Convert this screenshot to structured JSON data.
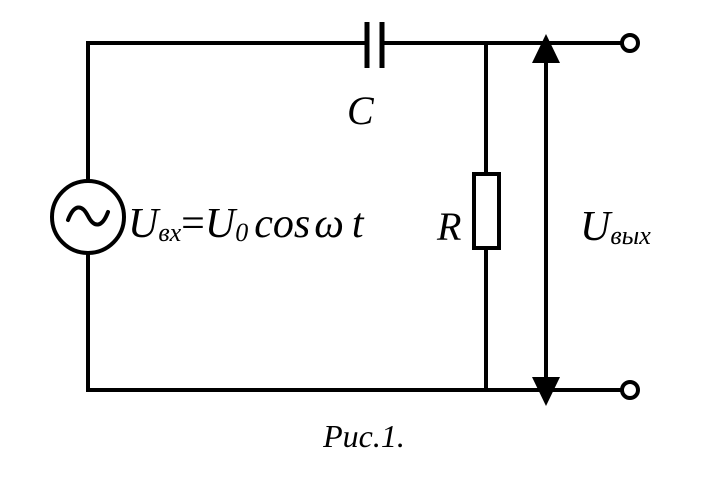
{
  "diagram": {
    "capacitor_label": "C",
    "resistor_label": "R",
    "source_symbol": "~",
    "input_voltage": {
      "u": "U",
      "sub_in": "вх",
      "eq": "=",
      "u0": "U",
      "sub_zero": "0",
      "cos": "cos",
      "omega": "ω",
      "t": "t"
    },
    "output_voltage": {
      "u": "U",
      "sub_out": "вых"
    },
    "caption": "Рис.1."
  }
}
